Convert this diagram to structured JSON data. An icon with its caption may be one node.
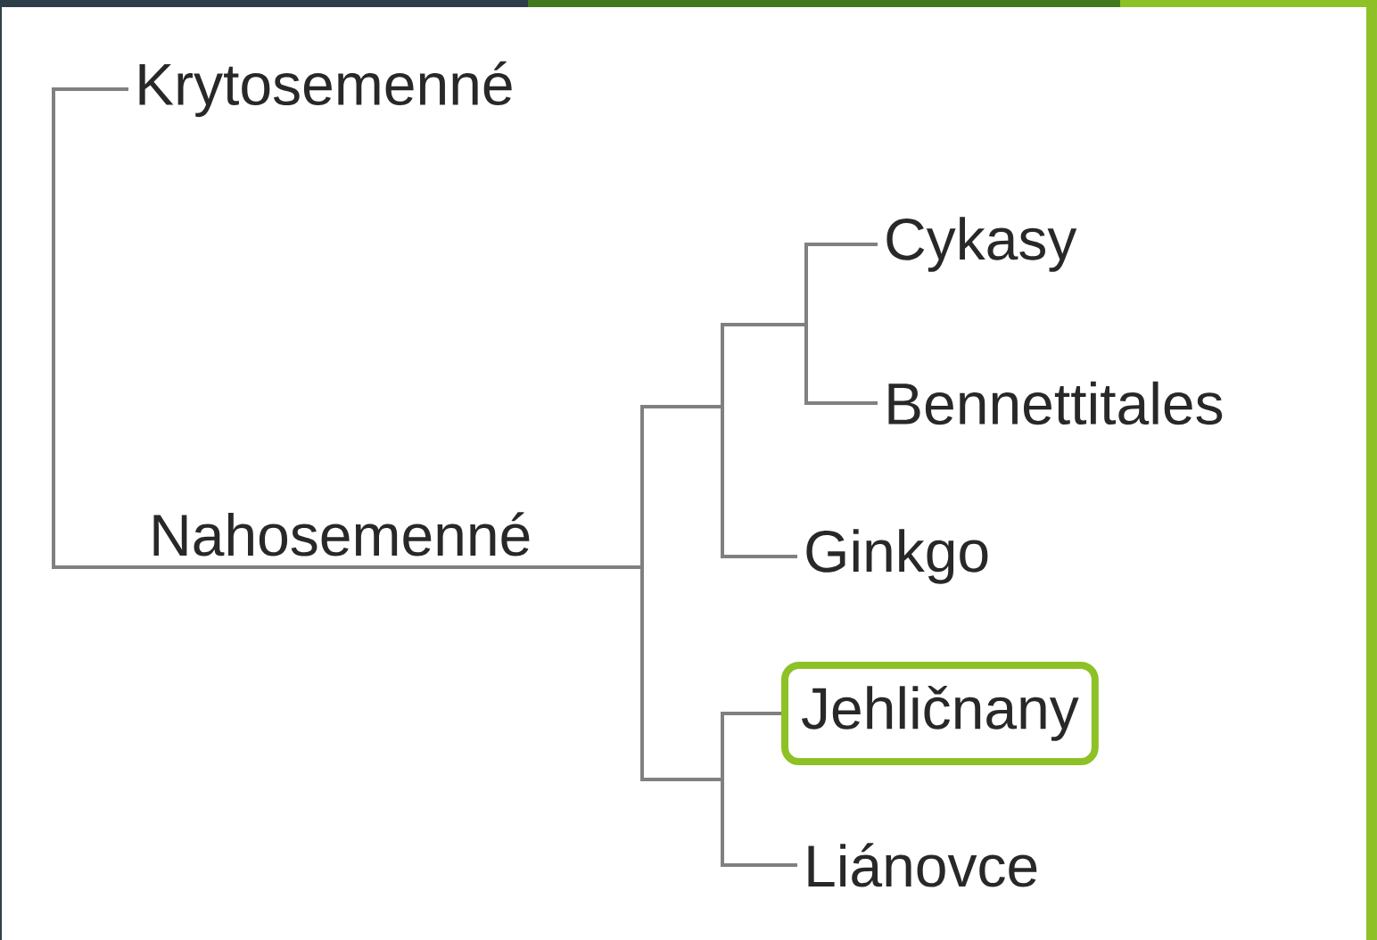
{
  "diagram": {
    "nodes": [
      {
        "text": [
          "Krytosemenné"
        ]
      },
      {
        "text": [
          "Nahosemenné"
        ]
      },
      {
        "text": [
          "Cykasy"
        ]
      },
      {
        "text": [
          "Bennettitales"
        ]
      },
      {
        "text": [
          "Ginkgo"
        ]
      },
      {
        "text": [
          "Jehličnany"
        ]
      },
      {
        "text": [
          "Liánovce"
        ]
      }
    ],
    "edges": [
      {
        "from": 0,
        "to": 1,
        "arrow": "none"
      },
      {
        "from": 1,
        "to": 2,
        "arrow": "none"
      },
      {
        "from": 1,
        "to": 3,
        "arrow": "none"
      },
      {
        "from": 1,
        "to": 4,
        "arrow": "none"
      },
      {
        "from": 1,
        "to": 5,
        "arrow": "none"
      },
      {
        "from": 1,
        "to": 6,
        "arrow": "none"
      }
    ]
  }
}
